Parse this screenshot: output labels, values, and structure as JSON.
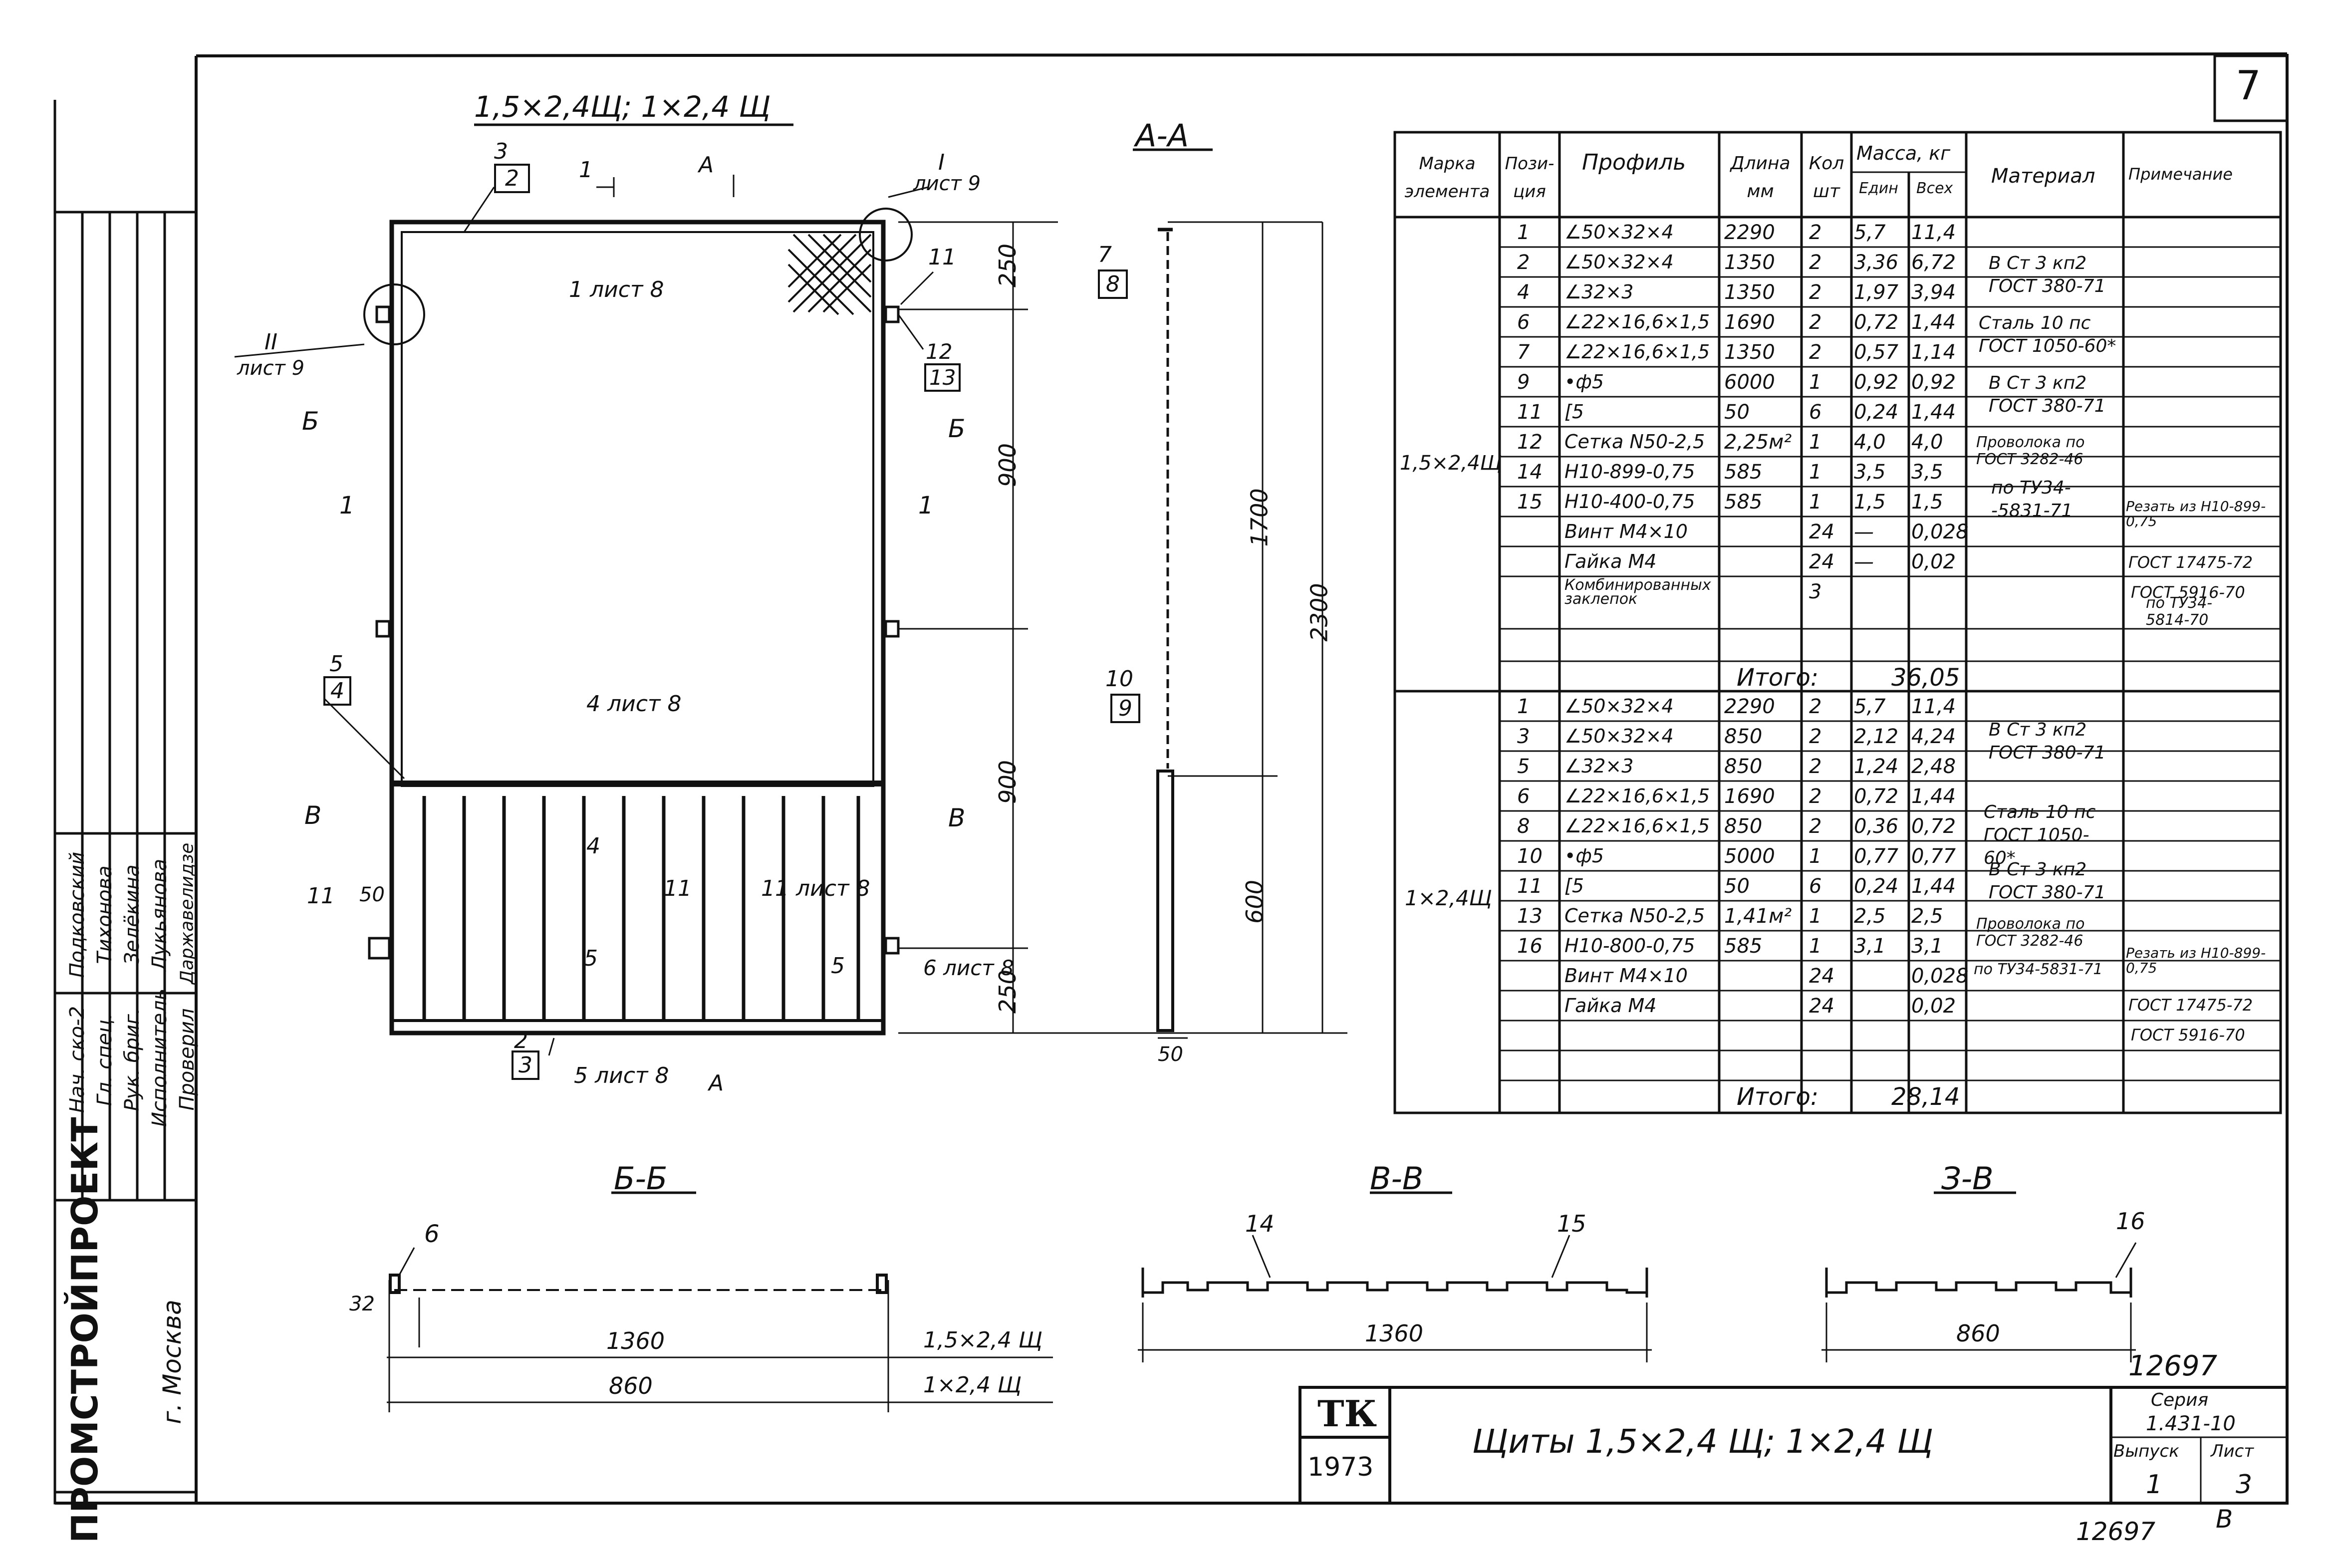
{
  "sheet_number": "7",
  "title_top": "1,5×2,4Щ; 1×2,4 Щ",
  "section_aa": "А-А",
  "section_bb": "Б-Б",
  "section_vv": "В-В",
  "section_zv": "З-В",
  "table": {
    "headers": {
      "mark": "Марка элемента",
      "pos": "Пози-ция",
      "profile": "Профиль",
      "length": "Длина мм",
      "qty": "Кол шт",
      "mass": "Масса, кг",
      "mass_unit": "Един",
      "mass_total": "Всех",
      "material": "Материал",
      "note": "Примечание"
    },
    "group1": {
      "mark": "1,5×2,4Щ",
      "rows": [
        [
          "1",
          "∠50×32×4",
          "2290",
          "2",
          "5,7",
          "11,4"
        ],
        [
          "2",
          "∠50×32×4",
          "1350",
          "2",
          "3,36",
          "6,72"
        ],
        [
          "4",
          "∠32×3",
          "1350",
          "2",
          "1,97",
          "3,94"
        ],
        [
          "6",
          "∠22×16,6×1,5",
          "1690",
          "2",
          "0,72",
          "1,44"
        ],
        [
          "7",
          "∠22×16,6×1,5",
          "1350",
          "2",
          "0,57",
          "1,14"
        ],
        [
          "9",
          "•ф5",
          "6000",
          "1",
          "0,92",
          "0,92"
        ],
        [
          "11",
          "[5",
          "50",
          "6",
          "0,24",
          "1,44"
        ],
        [
          "12",
          "Сетка N50-2,5",
          "2,25м²",
          "1",
          "4,0",
          "4,0"
        ],
        [
          "14",
          "Н10-899-0,75",
          "585",
          "1",
          "3,5",
          "3,5"
        ],
        [
          "15",
          "Н10-400-0,75",
          "585",
          "1",
          "1,5",
          "1,5"
        ],
        [
          "",
          "Винт М4×10",
          "",
          "24",
          "—",
          "0,028"
        ],
        [
          "",
          "Гайка М4",
          "",
          "24",
          "—",
          "0,02"
        ],
        [
          "",
          "Комбинированных заклепок",
          "",
          "3",
          "",
          ""
        ]
      ],
      "total_label": "Итого:",
      "total_value": "36,05",
      "materials": [
        "В Ст 3 кп2 ГОСТ 380-71",
        "Сталь 10 пс ГОСТ 1050-60*",
        "В Ст 3 кп2 ГОСТ 380-71",
        "Проволока по ГОСТ 3282-46",
        "по ТУ34- -5831-71"
      ],
      "notes": [
        "Резать из Н10-899-0,75",
        "ГОСТ 17475-72",
        "ГОСТ 5916-70",
        "по ТУ34- 5814-70"
      ]
    },
    "group2": {
      "mark": "1×2,4Щ",
      "rows": [
        [
          "1",
          "∠50×32×4",
          "2290",
          "2",
          "5,7",
          "11,4"
        ],
        [
          "3",
          "∠50×32×4",
          "850",
          "2",
          "2,12",
          "4,24"
        ],
        [
          "5",
          "∠32×3",
          "850",
          "2",
          "1,24",
          "2,48"
        ],
        [
          "6",
          "∠22×16,6×1,5",
          "1690",
          "2",
          "0,72",
          "1,44"
        ],
        [
          "8",
          "∠22×16,6×1,5",
          "850",
          "2",
          "0,36",
          "0,72"
        ],
        [
          "10",
          "•ф5",
          "5000",
          "1",
          "0,77",
          "0,77"
        ],
        [
          "11",
          "[5",
          "50",
          "6",
          "0,24",
          "1,44"
        ],
        [
          "13",
          "Сетка N50-2,5",
          "1,41м²",
          "1",
          "2,5",
          "2,5"
        ],
        [
          "16",
          "Н10-800-0,75",
          "585",
          "1",
          "3,1",
          "3,1"
        ],
        [
          "",
          "Винт М4×10",
          "",
          "24",
          "",
          "0,028"
        ],
        [
          "",
          "Гайка М4",
          "",
          "24",
          "",
          "0,02"
        ]
      ],
      "total_label": "Итого:",
      "total_value": "28,14",
      "materials": [
        "В Ст 3 кп2 ГОСТ 380-71",
        "Сталь 10 пс ГОСТ 1050-60*",
        "В Ст 3 кп2 ГОСТ 380-71",
        "Проволока по ГОСТ 3282-46",
        "по ТУ34-5831-71"
      ],
      "notes": [
        "Резать из Н10-899-0,75",
        "ГОСТ 17475-72",
        "ГОСТ 5916-70"
      ]
    }
  },
  "dims": {
    "d250a": "250",
    "d900a": "900",
    "d900b": "900",
    "d250b": "250",
    "d1700": "1700",
    "d2300": "2300",
    "d600": "600",
    "d50": "50",
    "d50b": "50",
    "d32": "32",
    "bb_1360": "1360",
    "bb_860": "860",
    "bb_lab1": "1,5×2,4 Щ",
    "bb_lab2": "1×2,4 Щ",
    "vv_1360": "1360",
    "zv_860": "860"
  },
  "callouts": {
    "c3": "3",
    "c2": "2",
    "c1": "1",
    "cA": "А",
    "cI": "I",
    "cI_sheet": "лист 9",
    "c1sheet8": "1 лист 8",
    "c11": "11",
    "c12": "12",
    "c13": "13",
    "cII": "II",
    "cII_sheet": "лист 9",
    "cB": "Б",
    "cPos1": "1",
    "c5": "5",
    "c4": "4",
    "c4sheet8": "4 лист 8",
    "cV": "В",
    "c11b": "11",
    "c4b": "4",
    "c11sheet8": "11 лист 8",
    "c5b": "5",
    "c6sheet8": "6 лист 8",
    "c2b": "2",
    "c3b": "3",
    "c5sheet8": "5 лист 8",
    "c7": "7",
    "c8": "8",
    "c10": "10",
    "c9": "9",
    "c6": "6",
    "c14": "14",
    "c15": "15",
    "c16": "16"
  },
  "stamp": {
    "org": "ПРОМСТРОЙПРОЕКТ",
    "city": "г. Москва",
    "roles": [
      "Нач. ско-2",
      "Гл. спец.",
      "Рук. бриг.",
      "Исполнитель",
      "Проверил"
    ],
    "names": [
      "Подковский",
      "Тихонова",
      "Зелёкина",
      "Лукьянова",
      "Даржавелидзе"
    ],
    "tk": "ТК",
    "year": "1973",
    "drawing_title": "Щиты 1,5×2,4 Щ; 1×2,4 Щ",
    "series_label": "Серия",
    "series": "1.431-10",
    "issue_label": "Выпуск",
    "issue": "1",
    "sheet_label": "Лист",
    "sheet": "3",
    "code": "12697",
    "code_bottom": "12697",
    "letter": "В"
  }
}
